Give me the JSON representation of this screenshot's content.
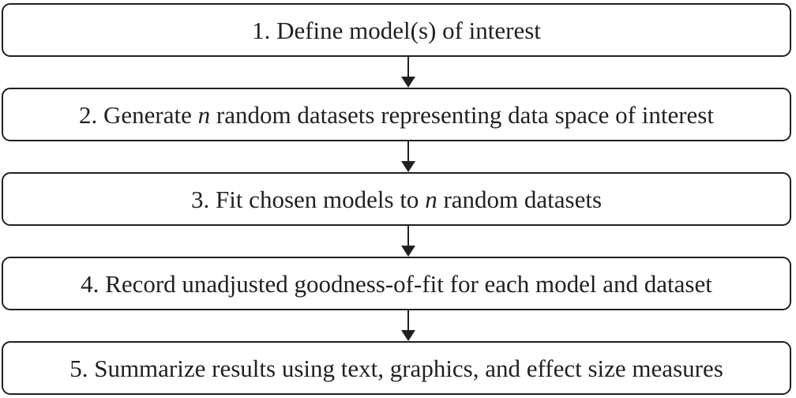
{
  "steps": [
    {
      "pre": "1. Define model(s) of interest",
      "var": "",
      "post": ""
    },
    {
      "pre": "2. Generate ",
      "var": "n",
      "post": " random datasets representing data space of interest"
    },
    {
      "pre": "3. Fit chosen models to ",
      "var": "n",
      "post": " random datasets"
    },
    {
      "pre": "4. Record unadjusted goodness-of-fit for each model and dataset",
      "var": "",
      "post": ""
    },
    {
      "pre": "5. Summarize results using text, graphics, and effect size measures",
      "var": "",
      "post": ""
    }
  ],
  "colors": {
    "stroke": "#231f20",
    "text": "#231f20",
    "background": "#ffffff"
  }
}
